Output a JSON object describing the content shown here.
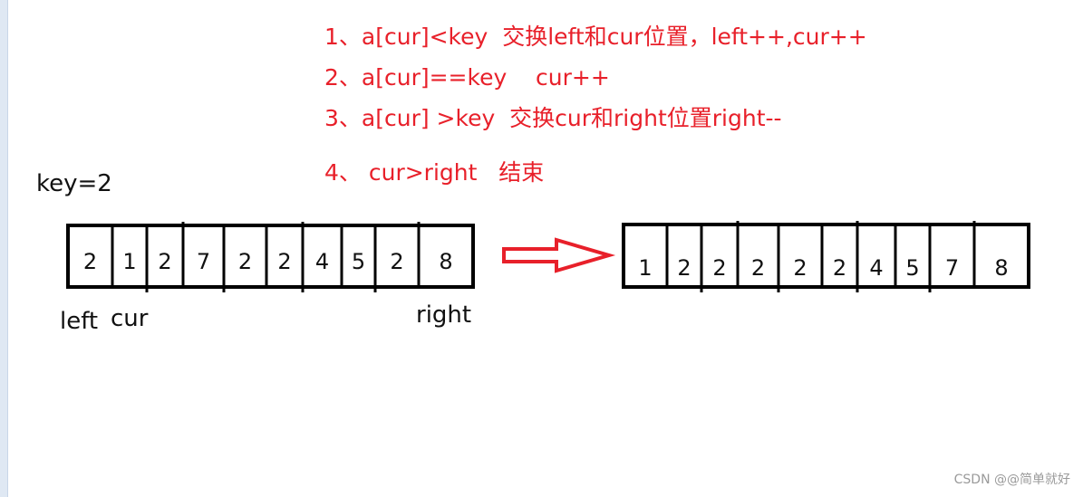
{
  "rules": [
    "1、a[cur]<key  交换left和cur位置，left++,cur++",
    "2、a[cur]==key    cur++",
    "3、a[cur] >key  交换cur和right位置right--",
    "4、 cur>right   结束"
  ],
  "key_label": "key=2",
  "before_array": [
    "2",
    "1",
    "2",
    "7",
    "2",
    "2",
    "4",
    "5",
    "2",
    "8"
  ],
  "after_array": [
    "1",
    "2",
    "2",
    "2",
    "2",
    "2",
    "4",
    "5",
    "7",
    "8"
  ],
  "pointers": {
    "left": "left",
    "cur": "cur",
    "right": "right"
  },
  "watermark": "CSDN @@简单就好",
  "colors": {
    "rule_text": "#e8202a",
    "arrow": "#e8202a",
    "box_stroke": "#000000"
  }
}
